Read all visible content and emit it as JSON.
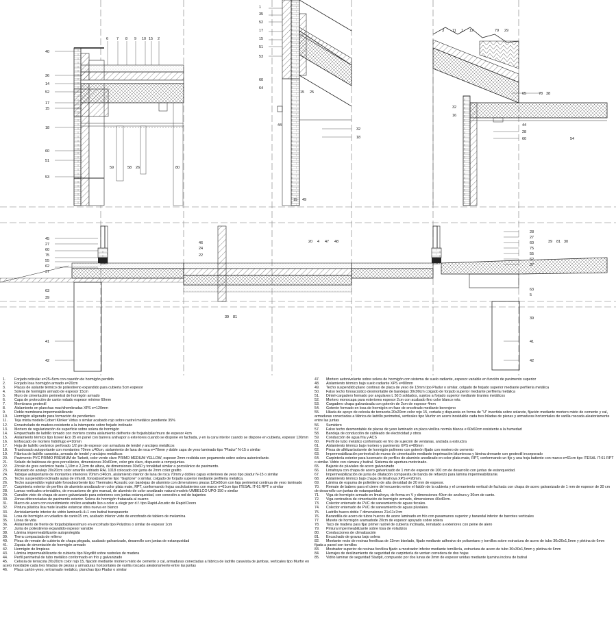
{
  "callouts": {
    "top_center": [
      "6",
      "7",
      "8",
      "9",
      "10",
      "15",
      "2"
    ],
    "left_edge": [
      "40",
      "36",
      "14",
      "52",
      "17",
      "15",
      "18",
      "60",
      "51",
      "53"
    ],
    "bottom_mid_left": [
      "59",
      "58",
      "26"
    ],
    "mid_right_of_left": [
      "80"
    ],
    "stair_mid": [
      "1",
      "35",
      "52",
      "17",
      "15",
      "51",
      "53"
    ],
    "stair_lower": [
      "60",
      "64",
      "15",
      "25",
      "44",
      "32",
      "18",
      "15",
      "49"
    ],
    "right_top": [
      "3",
      "11",
      "1",
      "12",
      "79",
      "29"
    ],
    "right_mid": [
      "65",
      "78",
      "38",
      "32",
      "16",
      "44",
      "28",
      "60",
      "54"
    ],
    "lower_left": [
      "45",
      "27",
      "60",
      "75",
      "55",
      "62",
      "37",
      "63",
      "39"
    ],
    "lower_center": [
      "46",
      "24",
      "22",
      "20",
      "4",
      "47",
      "48"
    ],
    "lower_right": [
      "28",
      "27",
      "60",
      "75",
      "55",
      "62",
      "37",
      "39",
      "81",
      "30",
      "63",
      "5"
    ],
    "foundation": [
      "39",
      "81",
      "41",
      "42",
      "39",
      "41",
      "42"
    ]
  },
  "legend_left": [
    {
      "n": "1.",
      "t": "Forjado reticular e=25+5cm con casetón de hormigón perdido"
    },
    {
      "n": "2.",
      "t": "Forjado losa hormigón armado e=20cm"
    },
    {
      "n": "3.",
      "t": "Placas de aislante térmico de poliestireno expandido para cubierta 5cm espesor"
    },
    {
      "n": "4.",
      "t": "Solera de hormigón armado de espesor 15cm"
    },
    {
      "n": "5.",
      "t": "Muro de cimentación perimetral de hormigón armado"
    },
    {
      "n": "6.",
      "t": "Capa de protección de canto rodado espesor mínimo 60mm"
    },
    {
      "n": "7.",
      "t": "Membrana geotextil"
    },
    {
      "n": "8.",
      "t": "Aislamiento en planchas machihembradas XPS e=120mm"
    },
    {
      "n": "9.",
      "t": "Doble membrana impermeabilizante"
    },
    {
      "n": "10.",
      "t": "Hormigón aligerado para formación de pendientes"
    },
    {
      "n": "11.",
      "t": "Teja mixta modelo Cobert Klinker Virtus o similar acabado rojo sobre rastrel metálico pendiente 35%"
    },
    {
      "n": "12.",
      "t": "Enrastrelado de madera resistente a la intemperie sobre forjado inclinado"
    },
    {
      "n": "13.",
      "t": "Mortero de regularización de superficie sobre solera de hormigón"
    },
    {
      "n": "14.",
      "t": "Emparchado de ladrillo tomado con mortero contra aislamiento delfrente de forjado/pilar/muro de espesor 4cm"
    },
    {
      "n": "15.",
      "t": "Aislamiento térmico tipo Isover Eco 35 en panel con barrera antivapor a exteriores cuando se dispone en fachada, y en la cara interior cuando se dispone en cubierta, espesor 120mm"
    },
    {
      "n": "16.",
      "t": "Enfoscado de mortero hidrófugo e=10mm"
    },
    {
      "n": "17.",
      "t": "Hoja de ladrillo cerámico perforado 1/2 pie de espesor con armadura de tendel y anclajes metálicos"
    },
    {
      "n": "18.",
      "t": "Trasdosado autoportante con montantes 70mm c/40cm, aislamiento de lana de roca e=70mm y doble capa de yeso laminado tipo \"Pladur\" N-15 o similar"
    },
    {
      "n": "19.",
      "t": "Fábrica de ladrillo caravista, armada de tendel y anclajes metálicos"
    },
    {
      "n": "20.",
      "t": "Pavimento PVC PRIMO PREMIUM de Tarkett, color verde claro PRIMO MEDIUM YELLOW, espesor 2mm recibida con pegamento sobre solera autonivelante."
    },
    {
      "n": "21.",
      "t": "Solado de baldosas de gres porcelánico, dimensiones 30x60cm, color gris claro, dispuesto a rompejuntas."
    },
    {
      "n": "22.",
      "t": "Zócalo de gres cerámico hasta 1,10m o 2,2cm de altura, de dimensiones 30x60 y tonalidad similar a porcelánico de pavimento."
    },
    {
      "n": "23.",
      "t": "Alicatado de azulejo 20x20cm color amarillo vidriado RAL 1018 colocado con junta de 2mm color grafito"
    },
    {
      "n": "24.",
      "t": "Tabique autoportante de montantes interiores 70mm c/40cm, aislamiento interior de lana de roca 70mm y dobles capas exteriores de yeso tipo pladur N-15 o similar"
    },
    {
      "n": "25.",
      "t": "Techo suspendido inclinado aulas de infantil, fonoabsorbente tipo \"Gyptone\" o similar, colgado de forjado superior mediante perfilería metálica."
    },
    {
      "n": "26.",
      "t": "Techo suspendido registrable fonoabsorbente tipo Thermatex Acoustic con bandejas de aluminio con dimensiones piezas 120x60cm con faja perimetral continua de yeso laminado"
    },
    {
      "n": "27.",
      "t": "Carpintería exterior de perfiles de aluminio anodizado en color plata mate, RPT, conformando hojas oscilobatientes con marco e=61cm tipo ITESAL IT-61 RPT o similar"
    },
    {
      "n": "28.",
      "t": "Lamas verticales orientables, de mecanismo de giro manual, de aluminio de color anodizado natural modelo UMBELCO UPO-150 o similar"
    },
    {
      "n": "29.",
      "t": "Canalón visto de chapa de acero galvanizado para exteriores con juntas estanqueidad, con conexión a red de bajantes"
    },
    {
      "n": "30.",
      "t": "Zonas diferenciadas de pavimento exterior. Solera de hormigón fratasada al cuarzo"
    },
    {
      "n": "31.",
      "t": "Marco de acero con revestimiento vinílico acabado liso a color a elegir por d.f. tipo Rapid-Acustic de Rapid Doors"
    },
    {
      "n": "32.",
      "t": "Pintura plástica lisa mate lavable estancar obra nueva en blanco"
    },
    {
      "n": "33.",
      "t": "Acristalamiento interior de vidrio laminar4+4+1 con butiral transparente"
    },
    {
      "n": "34.",
      "t": "Losa de hormigón en voladizo de canto15 cm, acabado inferior visto de encofrado de tablero de melamina"
    },
    {
      "n": "35.",
      "t": "Línea de vida"
    },
    {
      "n": "36.",
      "t": "Aislamiento de frente de forjado/pilares/muro en encofrado tipo Polydros o similar de espesor 1cm"
    },
    {
      "n": "37.",
      "t": "Junta de poliestireno expandido espesor variable"
    },
    {
      "n": "38.",
      "t": "Lámina impermeabilizante autoprotegida"
    },
    {
      "n": "39.",
      "t": "Tierra compactada de relleno"
    },
    {
      "n": "40.",
      "t": "Pieza de remate de cubierta de chapa plegada, acabado galvanizado, desarrollo con juntas de estanqueidad"
    },
    {
      "n": "41.",
      "t": "Zapata de cimentación de hormigón armado"
    },
    {
      "n": "42.",
      "t": "Hormigón de limpieza"
    },
    {
      "n": "43.",
      "t": "Lámina impermeabilizante de cubierta tipo Maydilit sobre rastreles de madera"
    },
    {
      "n": "44.",
      "t": "Perfil perimetral de tubo metálico conformado en frío y galvanizado"
    },
    {
      "n": "45.",
      "t": "Celosía de terracota 20x20cm color rojo 15, fijación mediante mortero mixto de cemento y cal, armaduras conectadas a fábrica de ladrillo caravista de jambas, verticales tipo Murfor en acero inoxidable cada tres hiladas de piezas y armaduras horizontales de varilla roscada aleatoriamente entre las juntas"
    },
    {
      "n": "46.",
      "t": "Placa cartón-yeso, entramado metálico, planchas tipo Pladur o similar"
    }
  ],
  "legend_right": [
    {
      "n": "47.",
      "t": "Mortero autonivelante sobre solera de hormigón con sistema de suelo radiante, espesor variable en función de pavimento superior"
    },
    {
      "n": "48.",
      "t": "Aislamiento térmico bajo suelo radiante XPS e=80mm"
    },
    {
      "n": "49.",
      "t": "Techo suspendido plano continuo de placa de yeso de 13mm tipo Pladur o similar, colgado de forjado superior mediante perfilería metálica"
    },
    {
      "n": "50.",
      "t": "Falso techo fonoacústico desmontable de bandejas 30x90cm colgado de forjado superior mediante perfilería metálica"
    },
    {
      "n": "51.",
      "t": "Dintel-cargadero formado por angulares L 50.5 soldados, sujetos a forjado superior mediante tirantes metálicos"
    },
    {
      "n": "52.",
      "t": "Mortero monocapa para exteriores espesor 2cm con acabado fino color blanco roto."
    },
    {
      "n": "53.",
      "t": "Cargadero chapa galvanizada con goterón de 2cm de espesor 4mm"
    },
    {
      "n": "54.",
      "t": "Goterón formado en losa de hormigón en fase de encofrado mediante berenjeno"
    },
    {
      "n": "55.",
      "t": "Hilada de apoyo de celosía de terracota 20x20cm color rojo 15, cortada y dispuesta en forma de \"U\" invertida sobre solarete, fijación mediante mortero mixto de cemento y cal, armaduras conectadas a fábrica de ladrillo perimetral, verticales tipo Murfor en acero inoxidable cada tres hiladas de piezas y armaduras horizontales de varilla roscada aleatoriamente entre las juntas"
    },
    {
      "n": "56.",
      "t": "Sumidero"
    },
    {
      "n": "57.",
      "t": "Falso techo desmontable de placas de yeso laminado en placa vinílica normla blanca e 60x60cm resistente a la humedad"
    },
    {
      "n": "58.",
      "t": "Bandeja de conducción de cableado de electricidad y otros"
    },
    {
      "n": "59.",
      "t": "Conducción de agua fría y ACS"
    },
    {
      "n": "60.",
      "t": "Perfil de tubo metálico conformado en frío de sujeción de ventanas, anclada a estructra"
    },
    {
      "n": "61.",
      "t": "Aislamiento térmico bajo mortero y pavimento XPS e=80mm"
    },
    {
      "n": "62.",
      "t": "Pieza de alféizar/solarete de hormigón polímero con goterón fijado con mortero de cemento"
    },
    {
      "n": "63.",
      "t": "Impermeabilización perimetral de muros de cimentación mediante imprimación bituminosa y lámina drenante con geotextil incorporado"
    },
    {
      "n": "64.",
      "t": "Carpintería exterior para lucernario de perfiles de aluminio anodizado en color plata mate, RPT, conformando un fijo y una hoja batiente con marco e=61cm tipo ITESAL IT-61 RPT o similar. Vidrio con cámara y butiral. Sistema de apertura motorizado."
    },
    {
      "n": "65.",
      "t": "Bajante de pluviales de acero galvanizado"
    },
    {
      "n": "66.",
      "t": "Limahoya con chapa de acero galvanizado de 1 mm de espesor de 100 cm de desarrollo con juntas de estanqueidad."
    },
    {
      "n": "67.",
      "t": "Impermeabilización de junta de dilatación compuesta de banda de refuerzo para lámina impermeabilizante."
    },
    {
      "n": "68.",
      "t": "Aislamiento térmico bajo chapa de limahoya XPS e=20mm."
    },
    {
      "n": "69.",
      "t": "Lámina de espuma de polietileno de alta densidad de 20 mm de espesor."
    },
    {
      "n": "70.",
      "t": "Remate de babero para el cierre del encuentro entre el faldón de la cubierta y el cerramiento vertical de fachada con chapa de acero galvanizado de 1 mm de espesor de 30 cm de desarrollo con juntas de estanqueidad."
    },
    {
      "n": "71.",
      "t": "Viga de hormigón armado en limahoya, de forma en V y dimensiones 40cm de anchura y 30cm de canto."
    },
    {
      "n": "72.",
      "t": "Viga centradora de cimentación de hormigón armado, dimensiones 40x40cm."
    },
    {
      "n": "73.",
      "t": "Colector enterrado de PVC de saneamiento de aguas fecales."
    },
    {
      "n": "74.",
      "t": "Colector enterrado de PVC de saneamiento de aguas pluviales."
    },
    {
      "n": "75.",
      "t": "Ladrillo hueco doble 7 dimensiones 21x11x7cm"
    },
    {
      "n": "76.",
      "t": "Barandilla de acero de tubos huecos de acero laminado en frío con pasamanos superior y barandal inferior de barrotes verticales"
    },
    {
      "n": "77.",
      "t": "Murete de hormigón aramadode 20cm de espesor apoyado sobre solera"
    },
    {
      "n": "78.",
      "t": "Taco de madera para fijar primer rastrel de cubierta inclinada, rematado a exteriores con peine de alero"
    },
    {
      "n": "79.",
      "t": "Pintura impermeabilizante sobre losa de voladizos"
    },
    {
      "n": "80.",
      "t": "Conducciones de climatización"
    },
    {
      "n": "81.",
      "t": "Encachado de gravas bajo solera"
    },
    {
      "n": "82.",
      "t": "Montante recto de resinas fenólicas de 13mm biselado, fijado mediante adhesivo de poliuretano y tornillos sobre estructura de acero de tubo 30x30x1,5mm y pletina de 6mm fijada a pared con tornillos"
    },
    {
      "n": "83.",
      "t": "Mostrador superior de resinas fenólica fijado a mostrador inferior mediante tornillería, estructura de acero de tubo 30x30x1,5mm y pletina de 6mm"
    },
    {
      "n": "84.",
      "t": "Herrajes de deslizamiento de seguridad de carpintería de ventan corredera de dos hojas"
    },
    {
      "n": "85.",
      "t": "Vidrio laminar de seguridad Stadpit, compuesto por dos lunas de 3mm de espesor unidas mediante lçamina inclora de butiral"
    }
  ]
}
